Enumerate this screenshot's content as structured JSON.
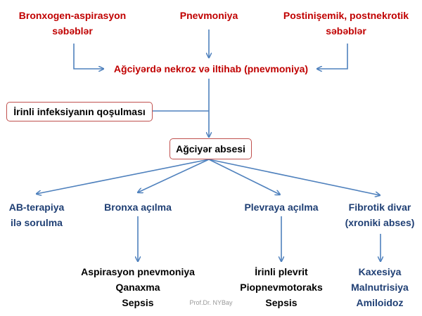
{
  "causes": {
    "left": [
      "Bronxogen-aspirasyon",
      "səbəblər"
    ],
    "center": "Pnevmoniya",
    "right": [
      "Postinişemik, postnekrotik",
      "səbəblər"
    ]
  },
  "central_process": "Ağciyərdə nekroz və iltihab (pnevmoniya)",
  "side_factor": "İrinli infeksiyanın qoşulması",
  "main_node": "Ağciyər absesi",
  "outcomes": [
    {
      "label": [
        "AB-terapiya",
        "ilə sorulma"
      ],
      "consequences": []
    },
    {
      "label": [
        "Bronxa açılma"
      ],
      "consequences": [
        "Aspirasyon pnevmoniya",
        "Qanaxma",
        "Sepsis"
      ]
    },
    {
      "label": [
        "Plevraya açılma"
      ],
      "consequences": [
        "İrinli plevrit",
        "Piopnevmotoraks",
        "Sepsis"
      ]
    },
    {
      "label": [
        "Fibrotik divar",
        "(xroniki abses)"
      ],
      "consequences": [
        "Kaxesiya",
        "Malnutrisiya",
        "Amiloidoz"
      ]
    }
  ],
  "watermark": "Prof.Dr. NYBay",
  "colors": {
    "cause": "#c00000",
    "outcome": "#1f3f74",
    "arrow": "#4f81bd",
    "box_border": "#c0504d"
  }
}
